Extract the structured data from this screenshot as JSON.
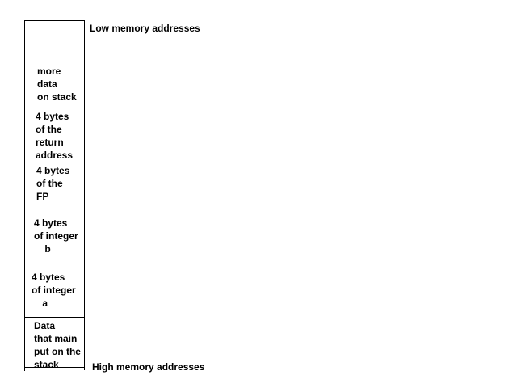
{
  "labels": {
    "low": "Low memory addresses",
    "high": "High memory addresses"
  },
  "stack": [
    {
      "id": "empty",
      "text": ""
    },
    {
      "id": "more-data",
      "text": "more\ndata\non stack"
    },
    {
      "id": "return-address",
      "text": "4 bytes\nof the\nreturn\naddress"
    },
    {
      "id": "frame-pointer",
      "text": "4 bytes\nof the\nFP"
    },
    {
      "id": "integer-b",
      "text": "4 bytes\nof integer\n    b"
    },
    {
      "id": "integer-a",
      "text": "4 bytes\nof integer\n    a"
    },
    {
      "id": "main-data",
      "text": "Data\nthat main\nput on the\nstack"
    }
  ]
}
